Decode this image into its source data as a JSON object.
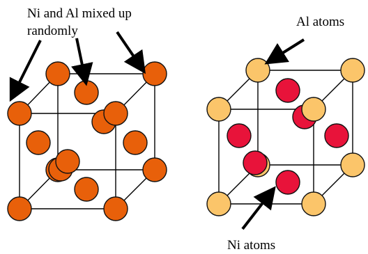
{
  "left_structure": {
    "caption_line1": "Ni and Al mixed up",
    "caption_line2": "randomly",
    "atom_color": "#e8600a"
  },
  "right_structure": {
    "al_label": "Al atoms",
    "ni_label": "Ni atoms",
    "al_color": "#fbc56a",
    "ni_color": "#e8133a"
  }
}
